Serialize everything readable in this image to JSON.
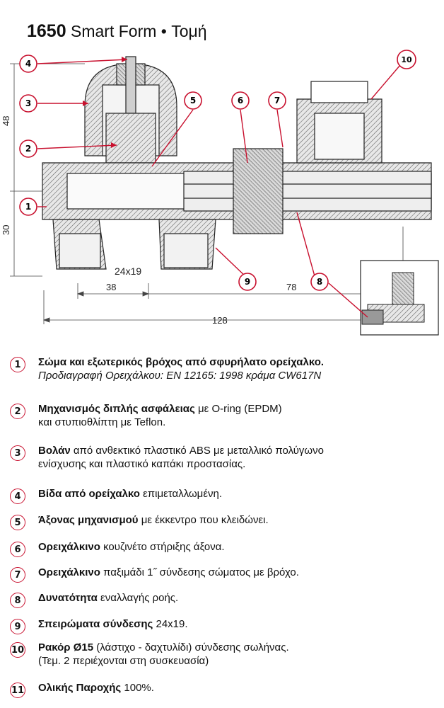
{
  "title": {
    "model": "1650",
    "text": "Smart Form • Τομή"
  },
  "drawing": {
    "dimensions": {
      "d48": "48",
      "d30": "30",
      "thread": "24x19",
      "d38": "38",
      "d78": "78",
      "d128": "128"
    },
    "callouts": [
      "1",
      "2",
      "3",
      "4",
      "5",
      "6",
      "7",
      "8",
      "9",
      "10"
    ]
  },
  "items": [
    {
      "num": "1",
      "bold": "Σώμα και εξωτερικός βρόχος από σφυρήλατο ορείχαλκο.",
      "rest": "",
      "spec": "Προδιαγραφή Ορειχάλκου: EN 12165: 1998 κράμα CW617N"
    },
    {
      "num": "2",
      "bold": "Μηχανισμός διπλής ασφάλειας",
      "rest": " με O-ring (EPDM)",
      "sub": "και στυπιοθλίπτη με Teflon."
    },
    {
      "num": "3",
      "bold": "Βολάν",
      "rest": " από ανθεκτικό πλαστικό ABS με μεταλλικό πολύγωνο",
      "sub": "ενίσχυσης και πλαστικό καπάκι προστασίας."
    },
    {
      "num": "4",
      "bold": "Βίδα από ορείχαλκο",
      "rest": " επιμεταλλωμένη."
    },
    {
      "num": "5",
      "bold": "Άξονας μηχανισμού",
      "rest": " με έκκεντρο που κλειδώνει."
    },
    {
      "num": "6",
      "bold": "Ορειχάλκινο",
      "rest": " κουζινέτο στήριξης άξονα."
    },
    {
      "num": "7",
      "bold": "Ορειχάλκινο",
      "rest": " παξιμάδι 1˝ σύνδεσης σώματος με βρόχο."
    },
    {
      "num": "8",
      "bold": "Δυνατότητα",
      "rest": " εναλλαγής ροής."
    },
    {
      "num": "9",
      "bold": "Σπειρώματα σύνδεσης",
      "rest": " 24x19."
    },
    {
      "num": "10",
      "bold": "Ρακόρ Ø15",
      "rest": " (λάστιχο - δαχτυλίδι) σύνδεσης σωλήνας.",
      "sub": "(Τεμ. 2 περιέχονται στη συσκευασία)"
    },
    {
      "num": "11",
      "bold": "Ολικής Παροχής",
      "rest": " 100%."
    }
  ],
  "colors": {
    "callout": "#c8102e",
    "hatch": "#555555",
    "text": "#111111"
  }
}
